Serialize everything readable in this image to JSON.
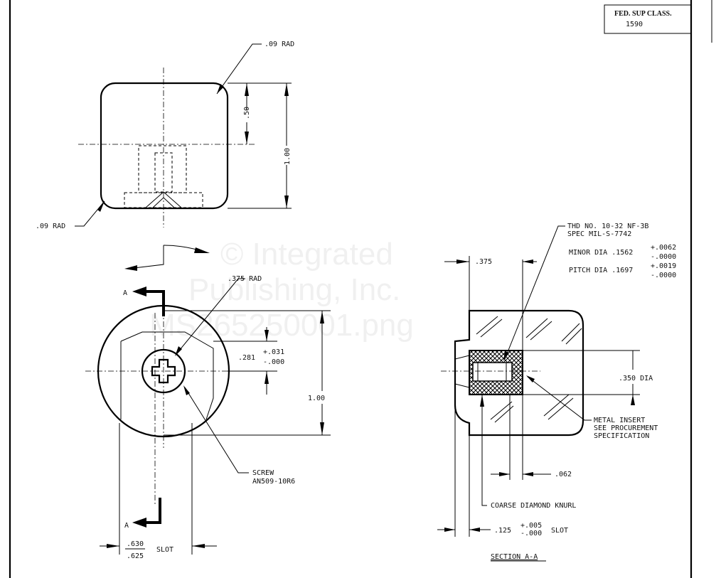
{
  "title_block": {
    "label": "FED. SUP CLASS.",
    "value": "1590"
  },
  "top_view": {
    "corner_radius_top": ".09 RAD",
    "corner_radius_bottom": ".09 RAD",
    "dim_half_height": ".50",
    "dim_height": "1.00"
  },
  "front_view": {
    "section_marker_top": "A",
    "section_marker_bottom": "A",
    "flat_radius": ".375 RAD",
    "dim_flat": ".281",
    "dim_flat_tol_plus": "+.031",
    "dim_flat_tol_minus": "-.000",
    "dim_diameter": "1.00",
    "screw_label_1": "SCREW",
    "screw_label_2": "AN509-10R6",
    "slot_upper": ".630",
    "slot_lower": ".625",
    "slot_label": "SLOT"
  },
  "section_view": {
    "dim_top": ".375",
    "thread_line_1": "THD NO. 10-32 NF-3B",
    "thread_line_2": "SPEC MIL-S-7742",
    "minor_dia": "MINOR DIA .1562",
    "minor_tol_plus": "+.0062",
    "minor_tol_minus": "-.0000",
    "pitch_dia": "PITCH DIA .1697",
    "pitch_tol_plus": "+.0019",
    "pitch_tol_minus": "-.0000",
    "insert_dia": ".350 DIA",
    "insert_line_1": "METAL INSERT",
    "insert_line_2": "SEE PROCUREMENT",
    "insert_line_3": "SPECIFICATION",
    "dim_wall": ".062",
    "knurl_label": "COARSE DIAMOND KNURL",
    "slot_dim": ".125",
    "slot_tol_plus": "+.005",
    "slot_tol_minus": "-.000",
    "slot_label": "SLOT",
    "section_title": "SECTION A-A"
  },
  "watermark": [
    "© Integrated",
    "Publishing, Inc.",
    "MS265250001.png"
  ]
}
